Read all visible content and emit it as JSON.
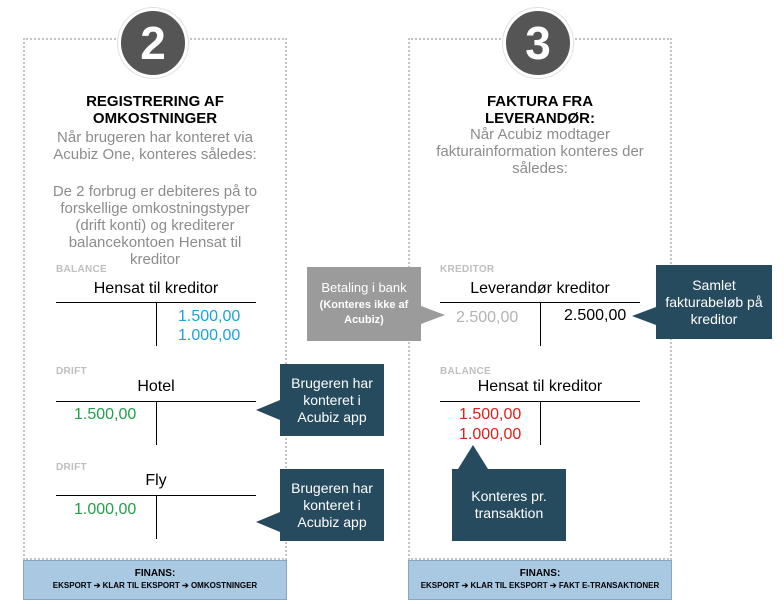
{
  "panel2": {
    "number": "2",
    "title": "REGISTRERING AF OMKOSTNINGER",
    "intro": "Når brugeren har konteret via Acubiz One, konteres således:",
    "description": "De 2 forbrug er debiteres på to forskellige omkostningstyper (drift konti) og krediterer balancekontoen Hensat til kreditor",
    "accounts": [
      {
        "tag": "BALANCE",
        "name": "Hensat til kreditor",
        "debit": [],
        "credit": [
          "1.500,00",
          "1.000,00"
        ]
      },
      {
        "tag": "DRIFT",
        "name": "Hotel",
        "debit": [
          "1.500,00"
        ],
        "credit": []
      },
      {
        "tag": "DRIFT",
        "name": "Fly",
        "debit": [
          "1.000,00"
        ],
        "credit": []
      }
    ],
    "callouts": [
      "Brugeren har konteret i Acubiz app",
      "Brugeren har konteret i Acubiz app"
    ],
    "finans_title": "FINANS:",
    "finans_path": "EKSPORT ➔ KLAR TIL EKSPORT ➔ OMKOSTNINGER"
  },
  "panel3": {
    "number": "3",
    "title": "FAKTURA FRA LEVERANDØR:",
    "intro": "Når Acubiz modtager fakturainformation konteres der således:",
    "accounts": [
      {
        "tag": "KREDITOR",
        "name": "Leverandør kreditor",
        "debit": [
          "2.500,00"
        ],
        "credit": [
          "2.500,00"
        ]
      },
      {
        "tag": "BALANCE",
        "name": "Hensat til kreditor",
        "debit": [
          "1.500,00",
          "1.000,00"
        ],
        "credit": []
      }
    ],
    "callouts": {
      "bank_line1": "Betaling i bank",
      "bank_line2": "(Konteres ikke af Acubiz)",
      "total": "Samlet fakturabeløb på kreditor",
      "transaction": "Konteres pr. transaktion"
    },
    "finans_title": "FINANS:",
    "finans_path": "EKSPORT ➔ KLAR TIL EKSPORT ➔ FAKT E-TRANSAKTIONER"
  },
  "colors": {
    "blue_value": "#1aa3d9",
    "green_value": "#21a04a",
    "red_value": "#e0201b",
    "gray_value": "#b3b3b3",
    "callout_bg": "#264a5e",
    "finans_bg": "#a9c8e2"
  }
}
